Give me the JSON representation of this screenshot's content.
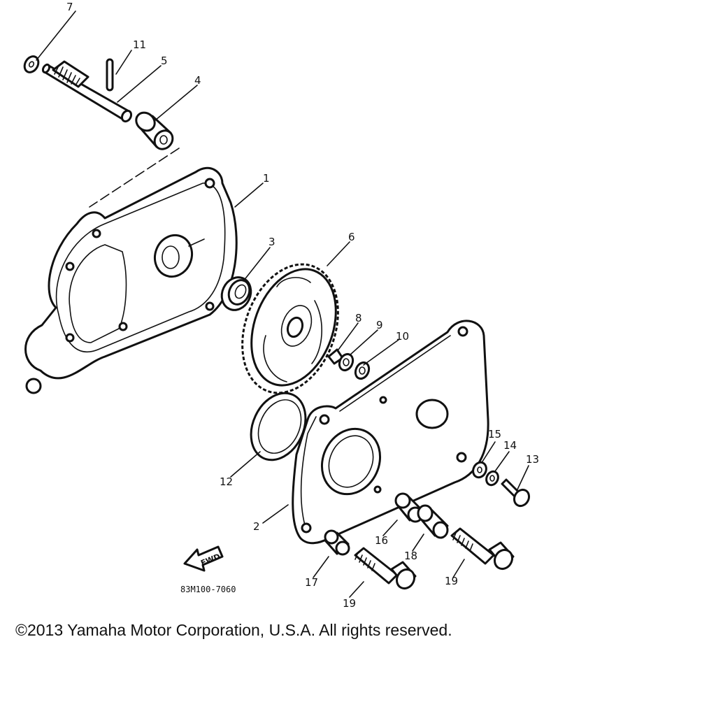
{
  "diagram": {
    "callouts": [
      {
        "id": "c1",
        "label": "1"
      },
      {
        "id": "c2",
        "label": "2"
      },
      {
        "id": "c3",
        "label": "3"
      },
      {
        "id": "c4",
        "label": "4"
      },
      {
        "id": "c5",
        "label": "5"
      },
      {
        "id": "c6",
        "label": "6"
      },
      {
        "id": "c7",
        "label": "7"
      },
      {
        "id": "c8",
        "label": "8"
      },
      {
        "id": "c9",
        "label": "9"
      },
      {
        "id": "c10",
        "label": "10"
      },
      {
        "id": "c11",
        "label": "11"
      },
      {
        "id": "c12",
        "label": "12"
      },
      {
        "id": "c13",
        "label": "13"
      },
      {
        "id": "c14",
        "label": "14"
      },
      {
        "id": "c15",
        "label": "15"
      },
      {
        "id": "c16",
        "label": "16"
      },
      {
        "id": "c17",
        "label": "17"
      },
      {
        "id": "c18",
        "label": "18"
      },
      {
        "id": "c19a",
        "label": "19"
      },
      {
        "id": "c19b",
        "label": "19"
      }
    ],
    "fwd_label": "FWD",
    "drawing_code": "83M100-7060"
  },
  "footer": {
    "copyright": "©2013 Yamaha Motor Corporation, U.S.A. All rights reserved."
  }
}
